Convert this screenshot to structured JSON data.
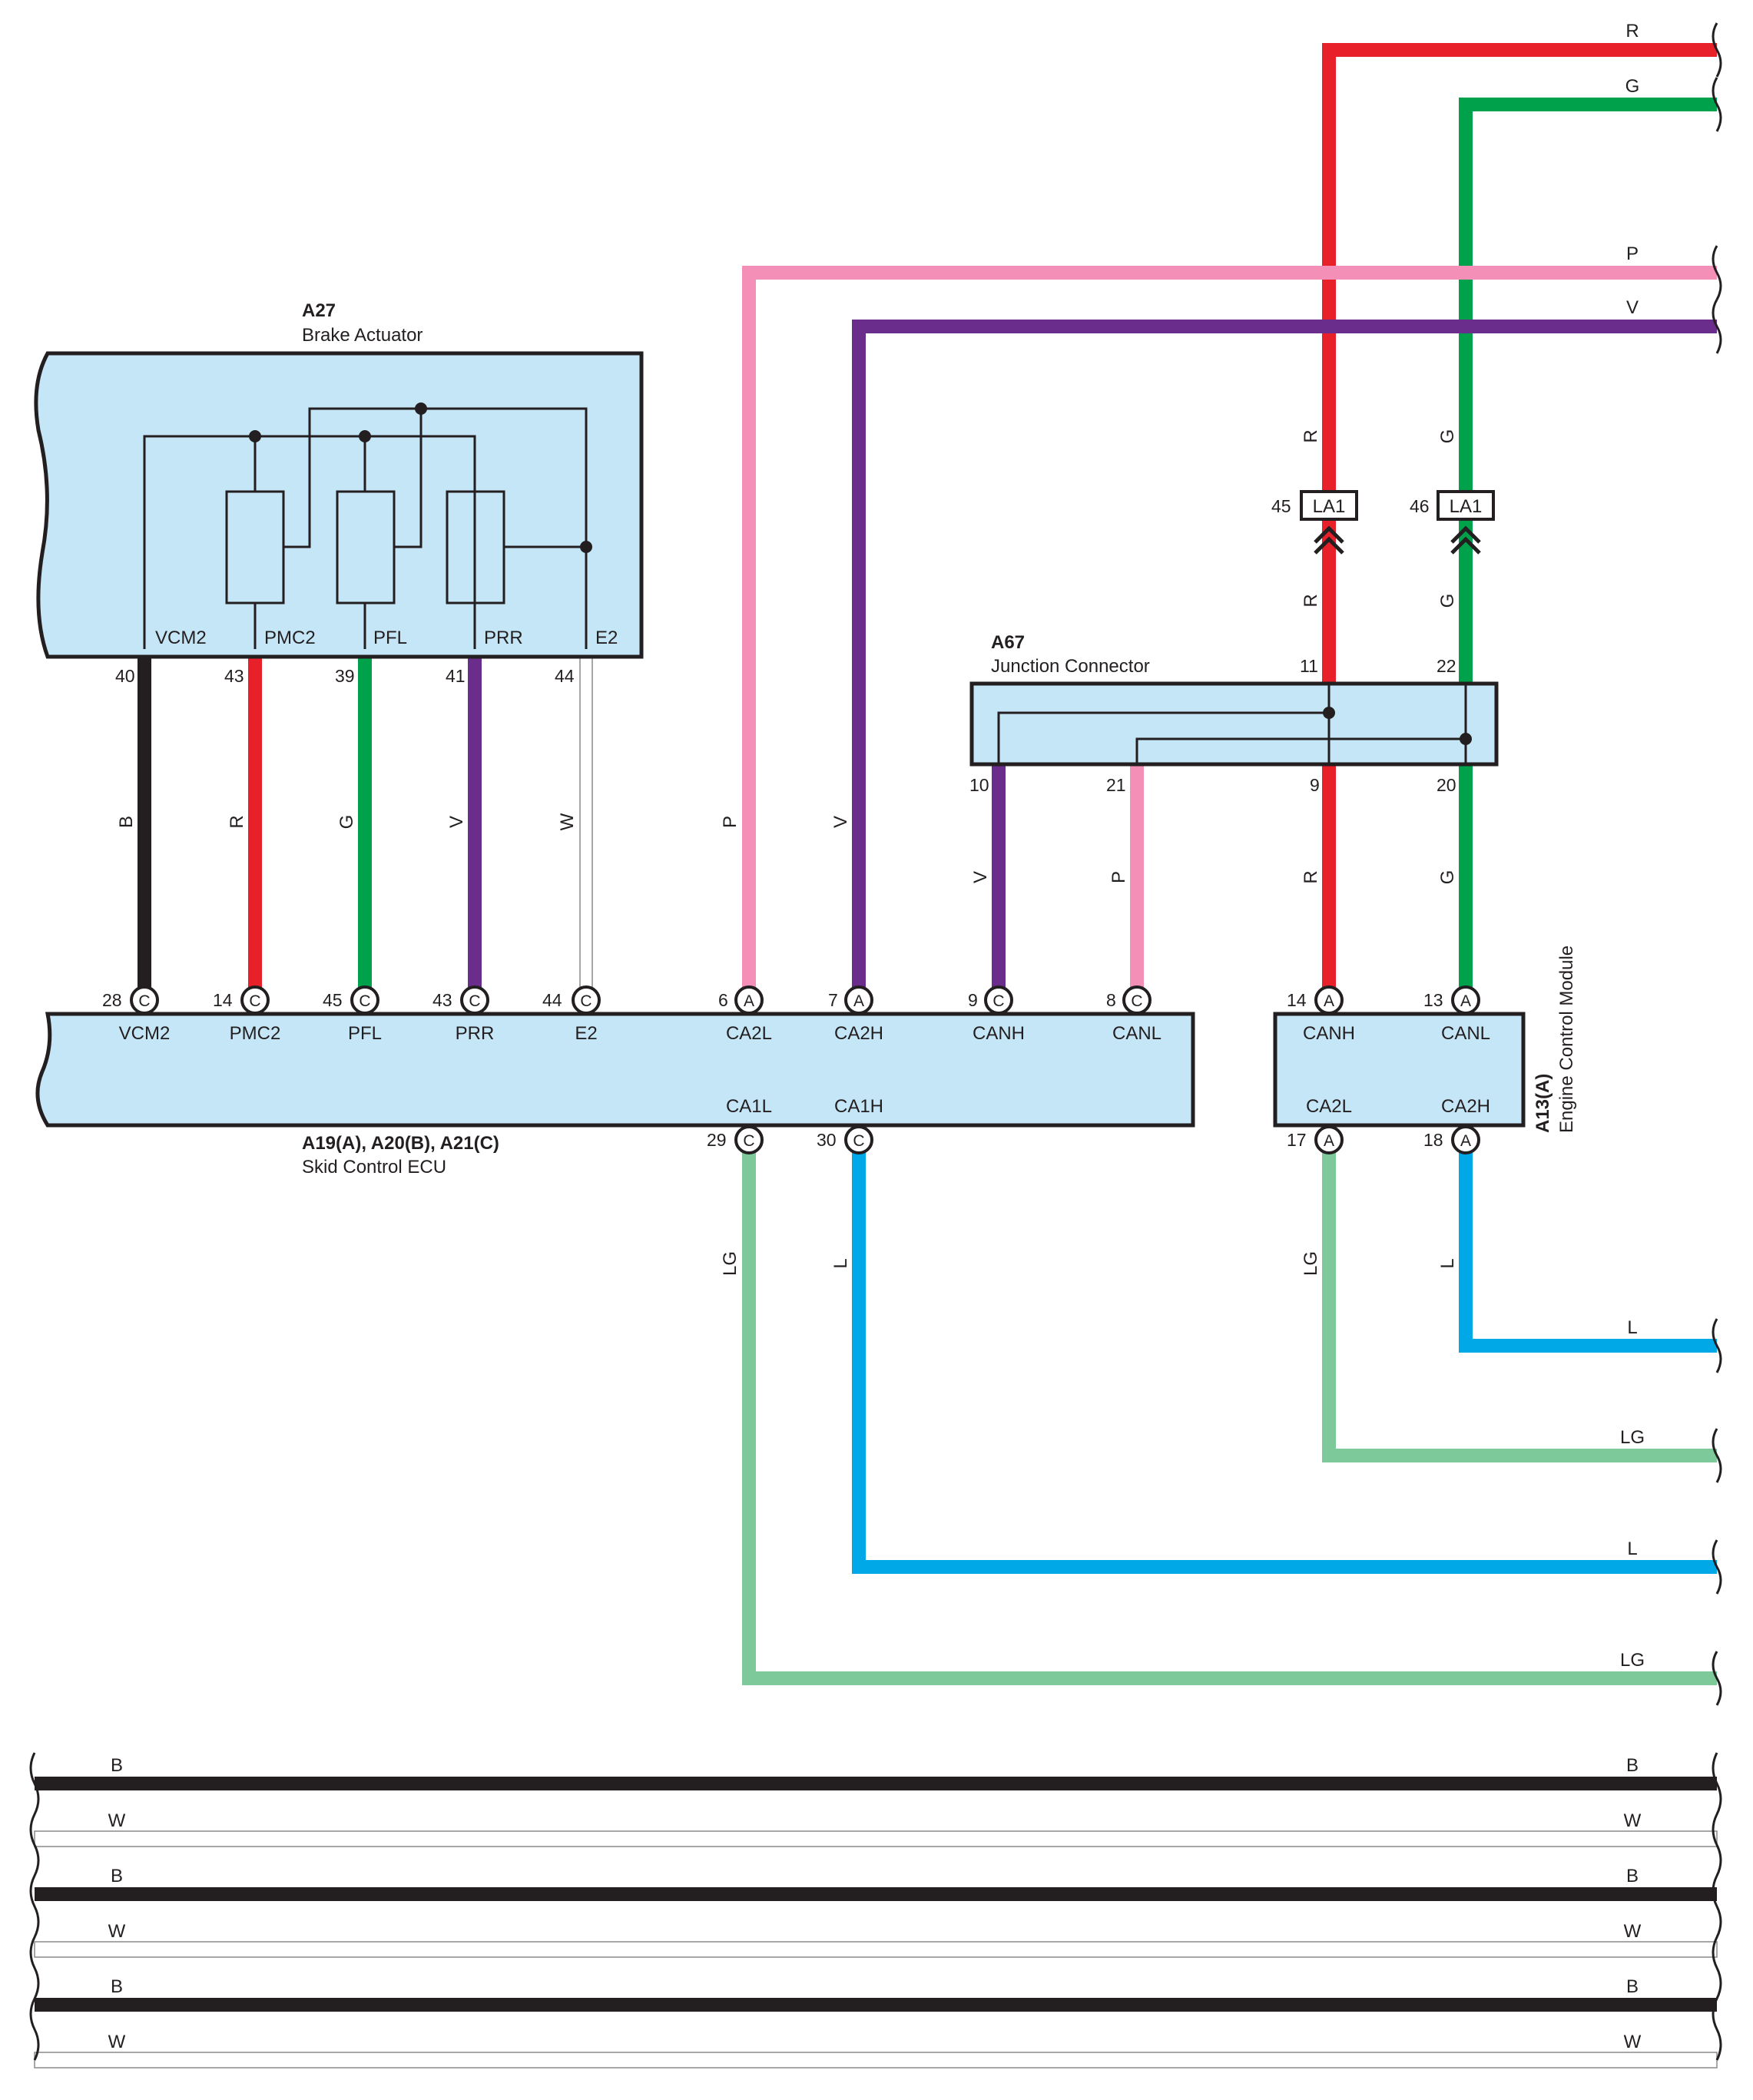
{
  "colors": {
    "R": "#e8202a",
    "G": "#00a14b",
    "P": "#f48fb8",
    "V": "#6b2d8b",
    "B": "#231f20",
    "W": "#ffffff",
    "L": "#00a8e8",
    "LG": "#7ec99a",
    "component_fill": "#c5e6f7"
  },
  "brake_actuator": {
    "ref": "A27",
    "name": "Brake Actuator",
    "terminals": [
      {
        "label": "VCM2",
        "pin": "40",
        "wire": "B"
      },
      {
        "label": "PMC2",
        "pin": "43",
        "wire": "R"
      },
      {
        "label": "PFL",
        "pin": "39",
        "wire": "G"
      },
      {
        "label": "PRR",
        "pin": "41",
        "wire": "V"
      },
      {
        "label": "E2",
        "pin": "44",
        "wire": "W"
      }
    ]
  },
  "skid_control_ecu": {
    "ref": "A19(A), A20(B), A21(C)",
    "name": "Skid Control ECU",
    "top_terminals": [
      {
        "label": "VCM2",
        "pin": "28",
        "conn": "C"
      },
      {
        "label": "PMC2",
        "pin": "14",
        "conn": "C"
      },
      {
        "label": "PFL",
        "pin": "45",
        "conn": "C"
      },
      {
        "label": "PRR",
        "pin": "43",
        "conn": "C"
      },
      {
        "label": "E2",
        "pin": "44",
        "conn": "C"
      },
      {
        "label": "CA2L",
        "pin": "6",
        "conn": "A",
        "wire": "P"
      },
      {
        "label": "CA2H",
        "pin": "7",
        "conn": "A",
        "wire": "V"
      },
      {
        "label": "CANH",
        "pin": "9",
        "conn": "C",
        "wire": "V"
      },
      {
        "label": "CANL",
        "pin": "8",
        "conn": "C",
        "wire": "P"
      }
    ],
    "bottom_terminals": [
      {
        "label": "CA1L",
        "pin": "29",
        "conn": "C",
        "wire": "LG"
      },
      {
        "label": "CA1H",
        "pin": "30",
        "conn": "C",
        "wire": "L"
      }
    ]
  },
  "junction_connector": {
    "ref": "A67",
    "name": "Junction Connector",
    "pins_top": [
      "11",
      "22"
    ],
    "pins_bottom": [
      "10",
      "21",
      "9",
      "20"
    ]
  },
  "la1_connectors": [
    {
      "pin": "45",
      "label": "LA1",
      "wire": "R"
    },
    {
      "pin": "46",
      "label": "LA1",
      "wire": "G"
    }
  ],
  "engine_control_module": {
    "ref": "A13(A)",
    "name": "Engine Control Module",
    "top_terminals": [
      {
        "label": "CANH",
        "pin": "14",
        "conn": "A",
        "wire": "R"
      },
      {
        "label": "CANL",
        "pin": "13",
        "conn": "A",
        "wire": "G"
      }
    ],
    "bottom_terminals": [
      {
        "label": "CA2L",
        "pin": "17",
        "conn": "A",
        "wire": "LG"
      },
      {
        "label": "CA2H",
        "pin": "18",
        "conn": "A",
        "wire": "L"
      }
    ]
  },
  "right_edge_wires": [
    "R",
    "G",
    "P",
    "V",
    "L",
    "LG",
    "L",
    "LG"
  ],
  "bottom_bus_wires": [
    "B",
    "W",
    "B",
    "W",
    "B",
    "W"
  ]
}
